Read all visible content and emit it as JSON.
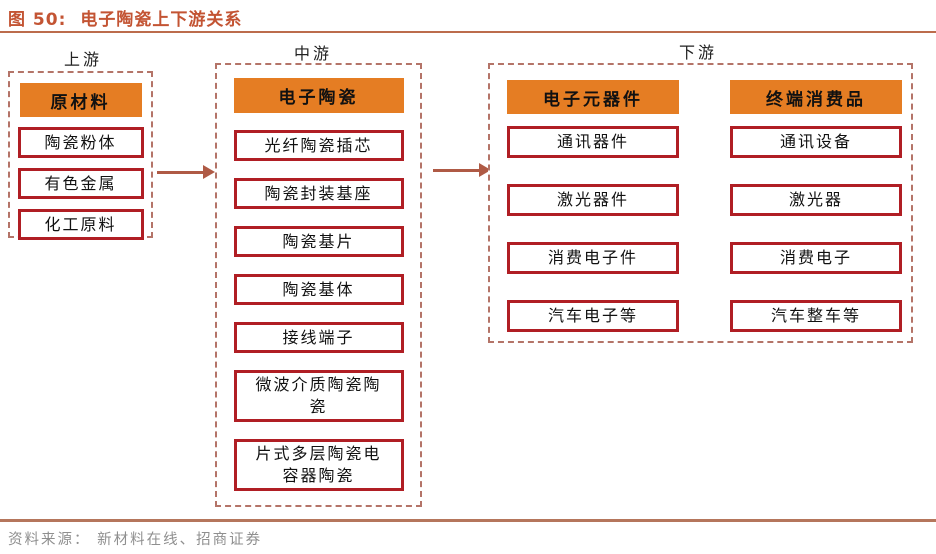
{
  "figure": {
    "label": "图 50:",
    "title": "电子陶瓷上下游关系",
    "source": "资料来源： 新材料在线、招商证券"
  },
  "upstream": {
    "label": "上游",
    "header": "原材料",
    "items": [
      "陶瓷粉体",
      "有色金属",
      "化工原料"
    ]
  },
  "midstream": {
    "label": "中游",
    "header": "电子陶瓷",
    "items": [
      "光纤陶瓷插芯",
      "陶瓷封装基座",
      "陶瓷基片",
      "陶瓷基体",
      "接线端子",
      "微波介质陶瓷陶瓷",
      "片式多层陶瓷电容器陶瓷"
    ]
  },
  "downstream": {
    "label": "下游",
    "columns": [
      {
        "header": "电子元器件",
        "items": [
          "通讯器件",
          "激光器件",
          "消费电子件",
          "汽车电子等"
        ]
      },
      {
        "header": "终端消费品",
        "items": [
          "通讯设备",
          "激光器",
          "消费电子",
          "汽车整车等"
        ]
      }
    ]
  },
  "colors": {
    "title": "#c35433",
    "top_rule": "#bc6c4c",
    "bottom_rule": "#b5765c",
    "header_fill": "#e57d23",
    "item_border": "#b01e24",
    "dashed_border": "#b47468",
    "arrow": "#af5a45"
  }
}
